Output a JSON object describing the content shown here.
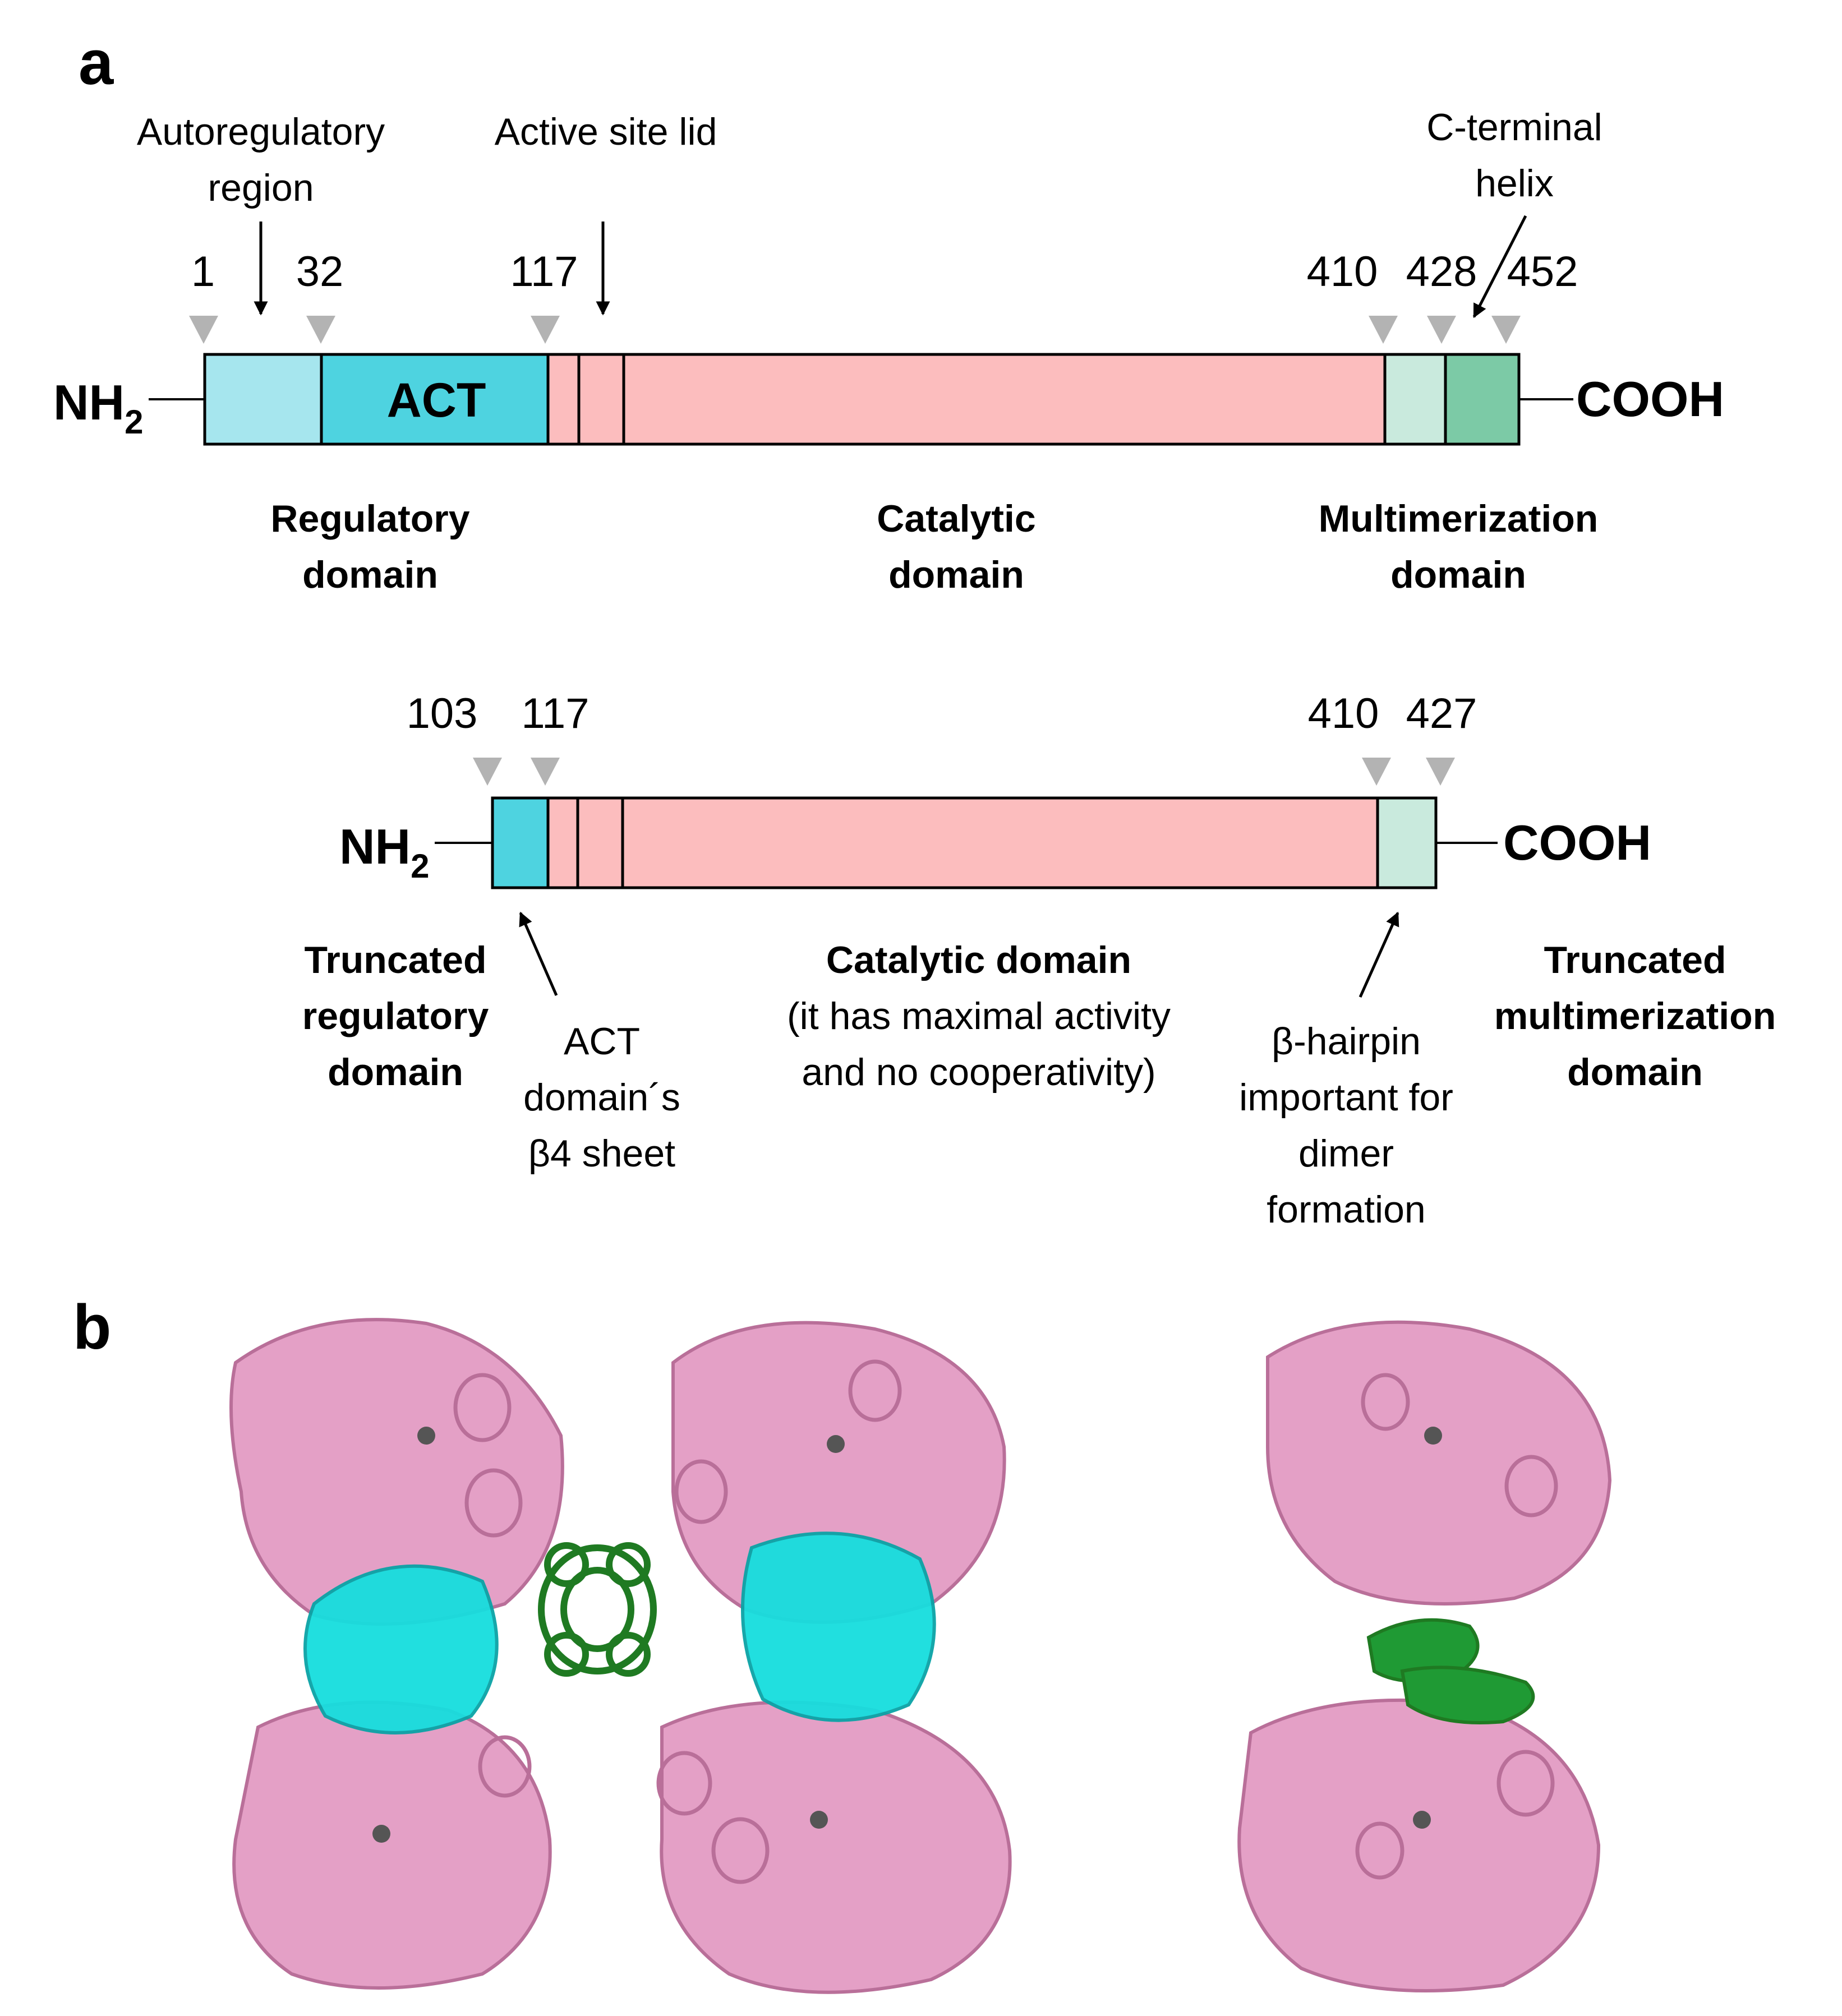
{
  "colors": {
    "regulatory_light": "#a6e6ee",
    "act": "#4ed3e0",
    "catalytic": "#fcbdbe",
    "multimer_light": "#c9eadd",
    "multimer_dark": "#7ccaa6",
    "marker": "#b3b3b3",
    "protein_pink": "#e4a0c6",
    "protein_cyan": "#16dede",
    "protein_green": "#1f7a22"
  },
  "panel_a": {
    "label": "a",
    "full": {
      "nh2": "NH",
      "nh2_sub": "2",
      "cooh": "COOH",
      "act_label": "ACT",
      "markers": [
        "1",
        "32",
        "117",
        "410",
        "428",
        "452"
      ],
      "annotations": {
        "autoregulatory_l1": "Autoregulatory",
        "autoregulatory_l2": "region",
        "active_site_lid": "Active site lid",
        "cterm_l1": "C-terminal",
        "cterm_l2": "helix"
      },
      "domains": {
        "regulatory_l1": "Regulatory",
        "regulatory_l2": "domain",
        "catalytic_l1": "Catalytic",
        "catalytic_l2": "domain",
        "multimer_l1": "Multimerization",
        "multimer_l2": "domain"
      }
    },
    "truncated": {
      "nh2": "NH",
      "nh2_sub": "2",
      "cooh": "COOH",
      "markers": [
        "103",
        "117",
        "410",
        "427"
      ],
      "domains": {
        "trunc_reg_l1": "Truncated",
        "trunc_reg_l2": "regulatory",
        "trunc_reg_l3": "domain",
        "act_beta_l1": "ACT",
        "act_beta_l2": "domain´s",
        "act_beta_l3": "β4 sheet",
        "catalytic_l1": "Catalytic domain",
        "catalytic_l2": "(it has maximal activity",
        "catalytic_l3": "and no cooperativity)",
        "hairpin_l1": "β-hairpin",
        "hairpin_l2": "important for",
        "hairpin_l3": "dimer",
        "hairpin_l4": "formation",
        "trunc_mult_l1": "Truncated",
        "trunc_mult_l2": "multimerization",
        "trunc_mult_l3": "domain"
      }
    }
  },
  "panel_b": {
    "label": "b"
  }
}
